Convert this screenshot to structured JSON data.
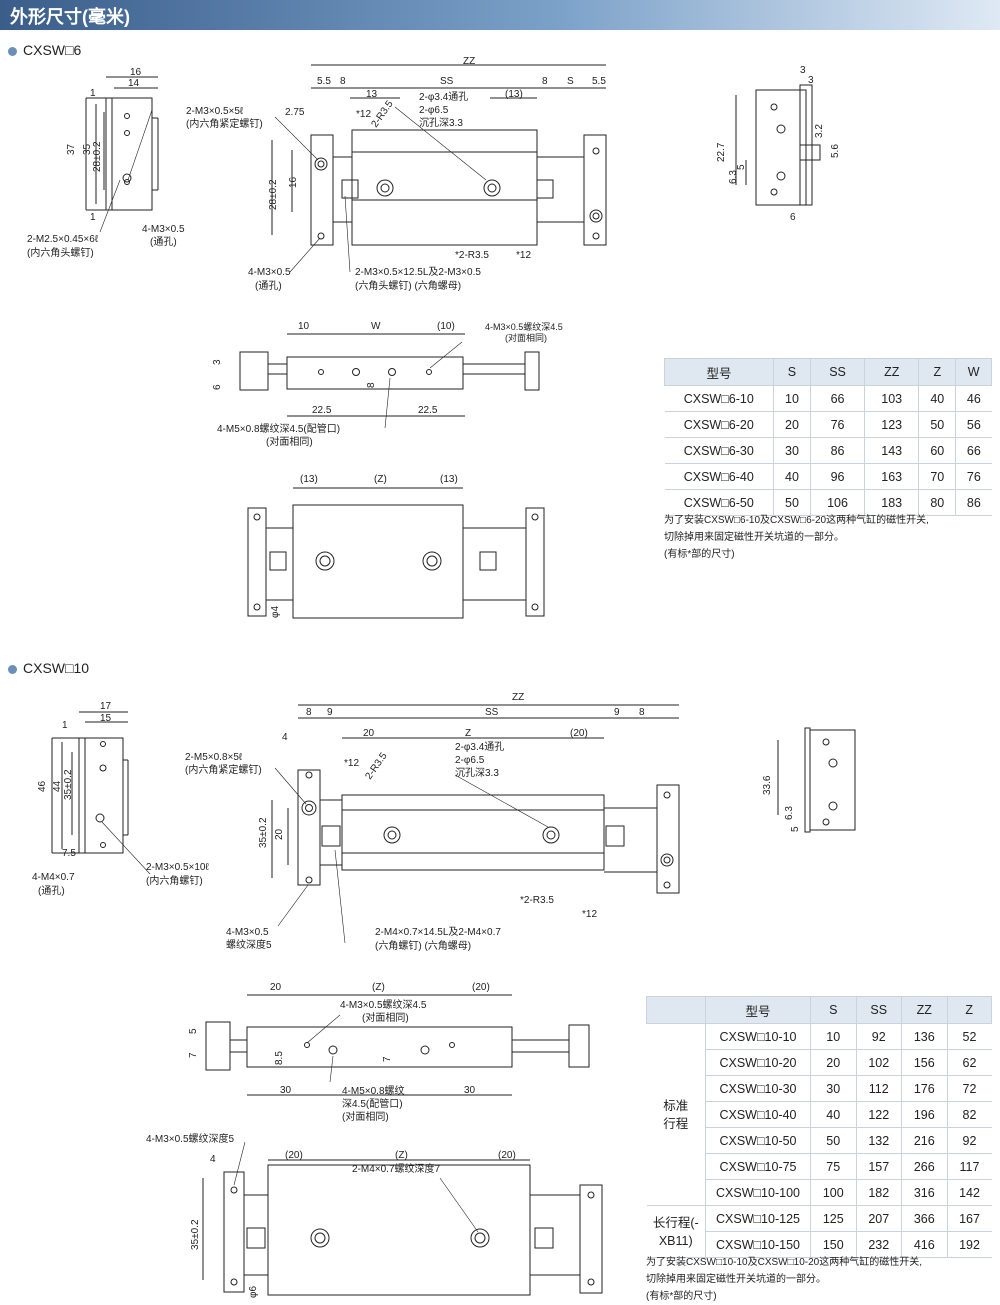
{
  "header": {
    "title": "外形尺寸(毫米)"
  },
  "section6": {
    "title": "CXSW□6"
  },
  "section10": {
    "title": "CXSW□10"
  },
  "d6": {
    "top": [
      "ZZ",
      "5.5",
      "8",
      "SS",
      "8",
      "S",
      "5.5",
      "13",
      "(13)",
      "*12",
      "2-R3.5",
      "2-φ3.4通孔",
      "2-φ6.5",
      "沉孔深3.3",
      "2.75",
      "2-M3×0.5×5ℓ",
      "(内六角紧定螺钉)",
      "28±0.2",
      "16",
      "*2-R3.5",
      "*12",
      "4-M3×0.5",
      "(通孔)",
      "2-M3×0.5×12.5L及2-M3×0.5",
      "(六角头螺钉)  (六角螺母)"
    ],
    "side": [
      "16",
      "14",
      "1",
      "37",
      "35",
      "28±0.2",
      "1",
      "2-M2.5×0.45×6ℓ",
      "(内六角头螺钉)",
      "4-M3×0.5",
      "(通孔)"
    ],
    "end": [
      "3",
      "3",
      "3.2",
      "5.6",
      "22.7",
      "5",
      "6.3",
      "6"
    ],
    "front": [
      "10",
      "W",
      "(10)",
      "4-M3×0.5螺纹深4.5",
      "(对面相同)",
      "3",
      "6",
      "8",
      "22.5",
      "22.5",
      "4-M5×0.8螺纹深4.5(配管口)",
      "(对面相同)"
    ],
    "bottom": [
      "(13)",
      "(Z)",
      "(13)",
      "φ4"
    ]
  },
  "table6": {
    "headers": [
      "型号",
      "S",
      "SS",
      "ZZ",
      "Z",
      "W"
    ],
    "rows": [
      [
        "CXSW□6-10",
        "10",
        "66",
        "103",
        "40",
        "46"
      ],
      [
        "CXSW□6-20",
        "20",
        "76",
        "123",
        "50",
        "56"
      ],
      [
        "CXSW□6-30",
        "30",
        "86",
        "143",
        "60",
        "66"
      ],
      [
        "CXSW□6-40",
        "40",
        "96",
        "163",
        "70",
        "76"
      ],
      [
        "CXSW□6-50",
        "50",
        "106",
        "183",
        "80",
        "86"
      ]
    ],
    "note1": "为了安装CXSW□6-10及CXSW□6-20这两种气缸的磁性开关,",
    "note2": "切除掉用来固定磁性开关坑道的一部分。",
    "note3": "(有标*部的尺寸)"
  },
  "d10": {
    "top": [
      "ZZ",
      "8",
      "9",
      "SS",
      "9",
      "8",
      "4",
      "20",
      "Z",
      "(20)",
      "*12",
      "2-R3.5",
      "2-φ3.4通孔",
      "2-φ6.5",
      "沉孔深3.3",
      "2-M5×0.8×5ℓ",
      "(内六角紧定螺钉)",
      "35±0.2",
      "20",
      "*2-R3.5",
      "*12",
      "4-M3×0.5",
      "螺纹深度5",
      "2-M4×0.7×14.5L及2-M4×0.7",
      "(六角螺钉)    (六角螺母)"
    ],
    "side": [
      "17",
      "15",
      "1",
      "46",
      "44",
      "35±0.2",
      "7.5",
      "4-M4×0.7",
      "(通孔)",
      "2-M3×0.5×10ℓ",
      "(内六角螺钉)"
    ],
    "end": [
      "33.6",
      "6.3",
      "5"
    ],
    "front": [
      "20",
      "(Z)",
      "(20)",
      "4-M3×0.5螺纹深4.5",
      "(对面相同)",
      "5",
      "7",
      "8.5",
      "7",
      "30",
      "30",
      "4-M5×0.8螺纹",
      "深4.5(配管口)",
      "(对面相同)"
    ],
    "bottom": [
      "4-M3×0.5螺纹深度5",
      "4",
      "(20)",
      "(Z)",
      "(20)",
      "2-M4×0.7螺纹深度7",
      "35±0.2",
      "φ6"
    ]
  },
  "table10": {
    "headers": [
      "型号",
      "S",
      "SS",
      "ZZ",
      "Z"
    ],
    "group1": "标准行程",
    "group2": "长行程(-XB11)",
    "rows": [
      [
        "CXSW□10-10",
        "10",
        "92",
        "136",
        "52"
      ],
      [
        "CXSW□10-20",
        "20",
        "102",
        "156",
        "62"
      ],
      [
        "CXSW□10-30",
        "30",
        "112",
        "176",
        "72"
      ],
      [
        "CXSW□10-40",
        "40",
        "122",
        "196",
        "82"
      ],
      [
        "CXSW□10-50",
        "50",
        "132",
        "216",
        "92"
      ],
      [
        "CXSW□10-75",
        "75",
        "157",
        "266",
        "117"
      ],
      [
        "CXSW□10-100",
        "100",
        "182",
        "316",
        "142"
      ],
      [
        "CXSW□10-125",
        "125",
        "207",
        "366",
        "167"
      ],
      [
        "CXSW□10-150",
        "150",
        "232",
        "416",
        "192"
      ]
    ],
    "note1": "为了安装CXSW□10-10及CXSW□10-20这两种气缸的磁性开关,",
    "note2": "切除掉用来固定磁性开关坑道的一部分。",
    "note3": "(有标*部的尺寸)"
  }
}
